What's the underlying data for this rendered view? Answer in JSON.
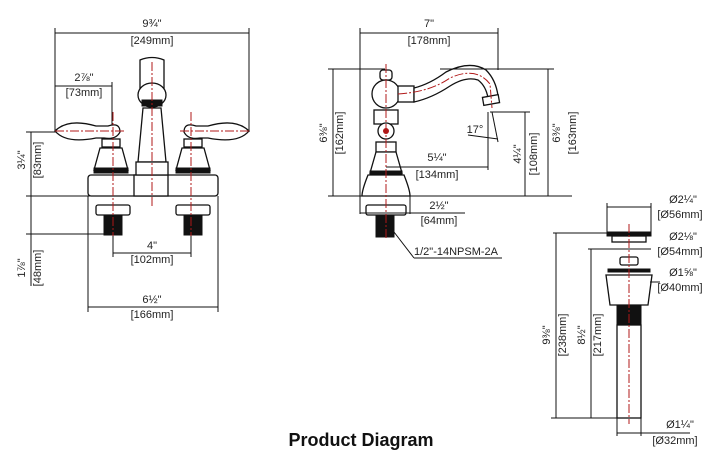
{
  "title": "Product Diagram",
  "front_view": {
    "overall_width": {
      "in": "9¾\"",
      "mm": "[249mm]"
    },
    "handle_offset": {
      "in": "2⅞\"",
      "mm": "[73mm]"
    },
    "body_height": {
      "in": "3¼\"",
      "mm": "[83mm]"
    },
    "shank_length": {
      "in": "1⅞\"",
      "mm": "[48mm]"
    },
    "center_spread": {
      "in": "4\"",
      "mm": "[102mm]"
    },
    "base_width": {
      "in": "6½\"",
      "mm": "[166mm]"
    }
  },
  "side_view": {
    "spout_reach": {
      "in": "7\"",
      "mm": "[178mm]"
    },
    "overall_height_left": {
      "in": "6⅜\"",
      "mm": "[162mm]"
    },
    "overall_height_right": {
      "in": "6⅜\"",
      "mm": "[163mm]"
    },
    "spout_height": {
      "in": "4¼\"",
      "mm": "[108mm]"
    },
    "spout_angle": "17°",
    "center_to_outlet": {
      "in": "5¼\"",
      "mm": "[134mm]"
    },
    "base_diameter": {
      "in": "2½\"",
      "mm": "[64mm]"
    },
    "thread_spec": "1/2\"-14NPSM-2A"
  },
  "drain_view": {
    "cap_diameter": {
      "in": "Ø2¼\"",
      "mm": "[Ø56mm]"
    },
    "flange_diameter": {
      "in": "Ø2⅛\"",
      "mm": "[Ø54mm]"
    },
    "body_diameter": {
      "in": "Ø1⅝\"",
      "mm": "[Ø40mm]"
    },
    "overall_length": {
      "in": "9⅜\"",
      "mm": "[238mm]"
    },
    "tail_length": {
      "in": "8½\"",
      "mm": "[217mm]"
    },
    "tail_diameter": {
      "in": "Ø1¼\"",
      "mm": "[Ø32mm]"
    }
  }
}
